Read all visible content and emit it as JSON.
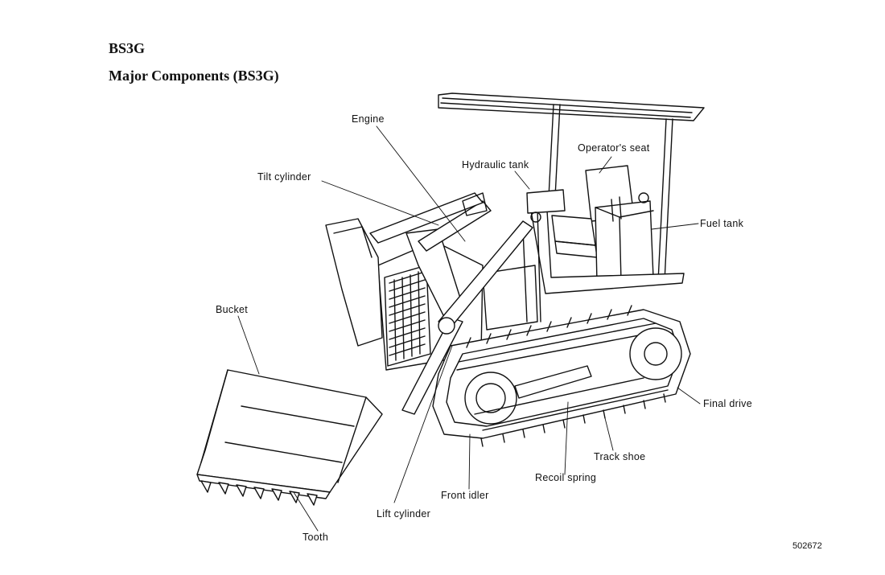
{
  "header": {
    "model": "BS3G",
    "subtitle": "Major Components (BS3G)"
  },
  "figure_number": "502672",
  "callouts": {
    "engine": "Engine",
    "hydraulic_tank": "Hydraulic tank",
    "operators_seat": "Operator's seat",
    "tilt_cylinder": "Tilt cylinder",
    "fuel_tank": "Fuel tank",
    "bucket": "Bucket",
    "final_drive": "Final drive",
    "track_shoe": "Track shoe",
    "recoil_spring": "Recoil spring",
    "front_idler": "Front idler",
    "lift_cylinder": "Lift cylinder",
    "tooth": "Tooth"
  },
  "colors": {
    "ink": "#111111",
    "paper": "#ffffff"
  }
}
